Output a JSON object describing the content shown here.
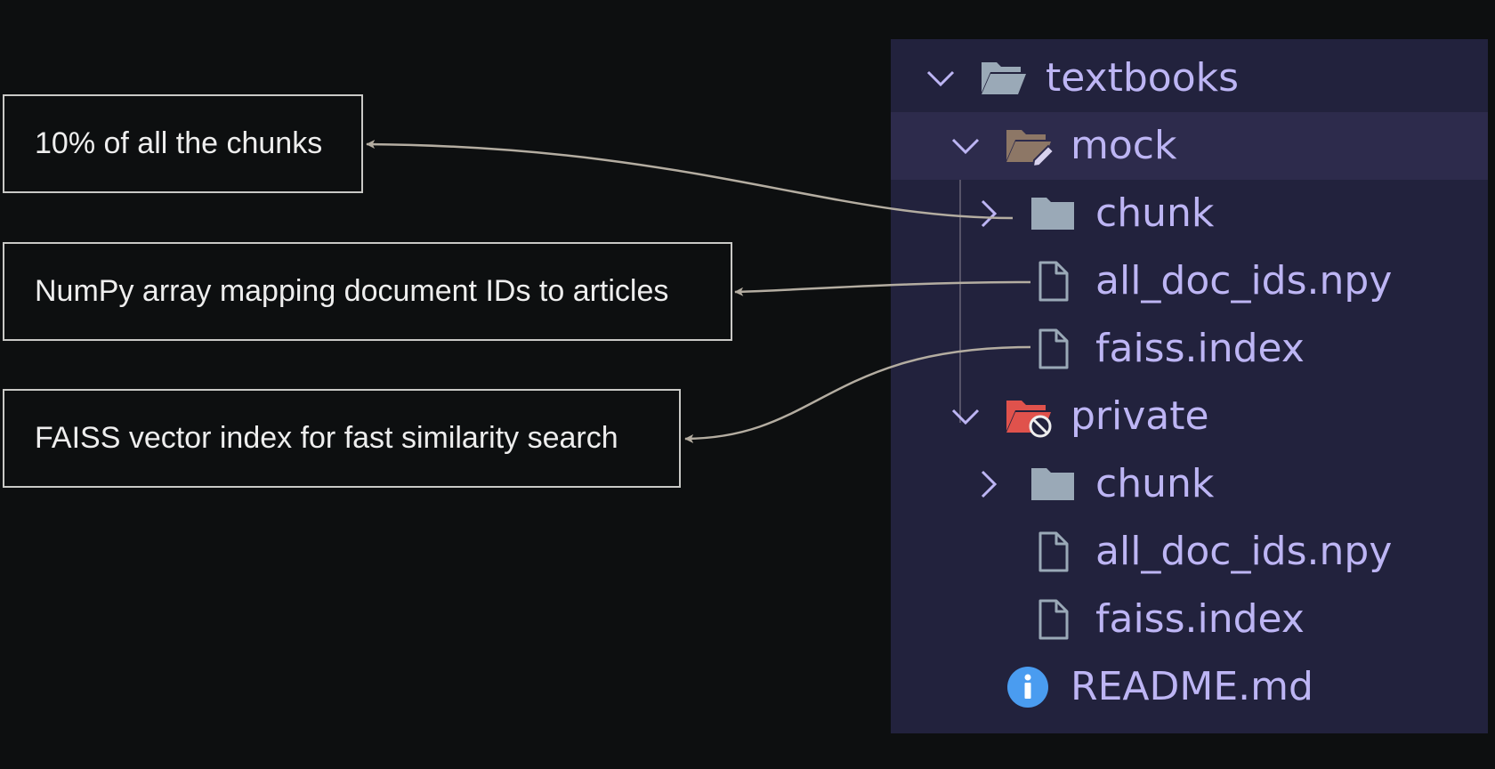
{
  "callouts": [
    "10% of all the chunks",
    "NumPy array mapping document IDs to articles",
    "FAISS vector index for fast similarity search"
  ],
  "tree": {
    "root": "textbooks",
    "mock": {
      "label": "mock",
      "chunk": "chunk",
      "ids": "all_doc_ids.npy",
      "index": "faiss.index"
    },
    "private": {
      "label": "private",
      "chunk": "chunk",
      "ids": "all_doc_ids.npy",
      "index": "faiss.index"
    },
    "readme": "README.md"
  },
  "colors": {
    "background": "#0d0f10",
    "panel": "#22223d",
    "selected_row": "#2d2b4c",
    "tree_text": "#bdb5f4",
    "folder_icon": "#9aa9b7",
    "mock_folder_icon": "#8d7766",
    "private_folder_icon": "#e0524c",
    "info_icon": "#4a9cf0",
    "arrow": "#b4ada1",
    "callout_border": "#c9c9c6"
  },
  "icons": {
    "root": "folder-open-icon",
    "mock": "folder-edit-icon",
    "private": "folder-blocked-icon",
    "folder": "folder-icon",
    "file": "file-icon",
    "readme": "info-icon"
  }
}
